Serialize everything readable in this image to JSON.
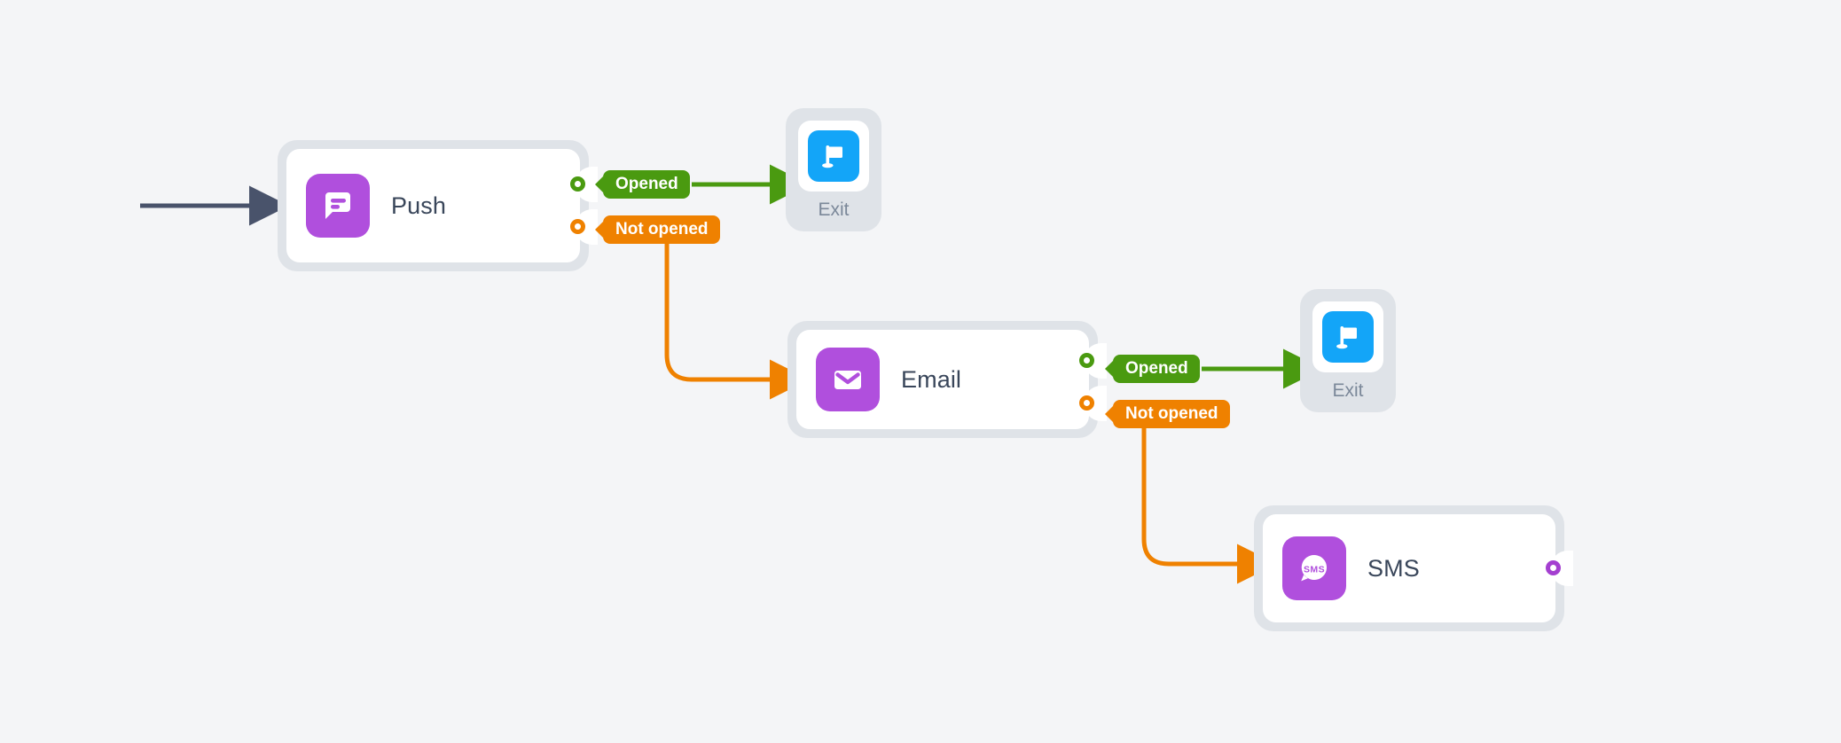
{
  "canvas": {
    "background_color": "#f4f5f7",
    "entry_arrow": {
      "icon": "arrow-right-icon",
      "color": "#49536b"
    }
  },
  "palette": {
    "purple": "#b04fdd",
    "blue": "#13a5f8",
    "green": "#4a9a10",
    "orange": "#ef8100",
    "node_shell": "#dfe3e8",
    "card": "#ffffff",
    "title_text": "#39465a",
    "muted_text": "#7b8899"
  },
  "nodes": [
    {
      "id": "push",
      "title": "Push",
      "icon": "push-notification-icon",
      "ports": [
        {
          "id": "push-opened",
          "label": "Opened",
          "color": "#4a9a10"
        },
        {
          "id": "push-not-opened",
          "label": "Not opened",
          "color": "#ef8100"
        }
      ]
    },
    {
      "id": "email",
      "title": "Email",
      "icon": "envelope-icon",
      "ports": [
        {
          "id": "email-opened",
          "label": "Opened",
          "color": "#4a9a10"
        },
        {
          "id": "email-not-opened",
          "label": "Not opened",
          "color": "#ef8100"
        }
      ]
    },
    {
      "id": "sms",
      "title": "SMS",
      "icon": "sms-bubble-icon",
      "icon_text": "SMS",
      "ports": [
        {
          "id": "sms-out",
          "label": "",
          "color": "#a43fd0"
        }
      ]
    }
  ],
  "exit_nodes": [
    {
      "id": "exit-1",
      "label": "Exit",
      "icon": "flag-icon"
    },
    {
      "id": "exit-2",
      "label": "Exit",
      "icon": "flag-icon"
    }
  ],
  "connections": [
    {
      "from": "entry",
      "to": "push",
      "color": "#49536b",
      "label": ""
    },
    {
      "from": "push-opened",
      "to": "exit-1",
      "color": "#4a9a10",
      "label": "Opened"
    },
    {
      "from": "push-not-opened",
      "to": "email",
      "color": "#ef8100",
      "label": "Not opened"
    },
    {
      "from": "email-opened",
      "to": "exit-2",
      "color": "#4a9a10",
      "label": "Opened"
    },
    {
      "from": "email-not-opened",
      "to": "sms",
      "color": "#ef8100",
      "label": "Not opened"
    }
  ]
}
